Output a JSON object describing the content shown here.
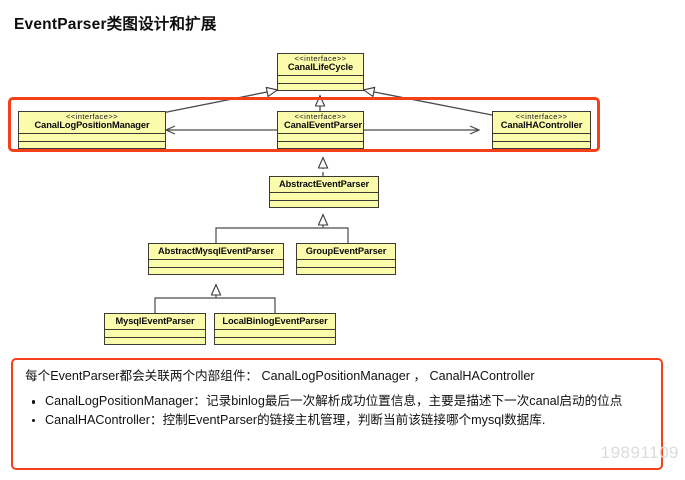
{
  "page": {
    "title": "EventParser类图设计和扩展",
    "watermark": "19891109"
  },
  "colors": {
    "box_fill": "#fbfbac",
    "box_border": "#3b3b33",
    "highlight": "#f6401a",
    "line": "#4a4a4a",
    "text": "#111111",
    "watermark": "#dcdcdc"
  },
  "diagram": {
    "type": "uml-class-diagram",
    "stereotype_label": "<<interface>>",
    "nodes": [
      {
        "id": "canal-life-cycle",
        "name": "CanalLifeCycle",
        "stereotype": "<<interface>>",
        "kind": "interface"
      },
      {
        "id": "canal-log-position-manager",
        "name": "CanalLogPositionManager",
        "stereotype": "<<interface>>",
        "kind": "interface"
      },
      {
        "id": "canal-event-parser",
        "name": "CanalEventParser",
        "stereotype": "<<interface>>",
        "kind": "interface"
      },
      {
        "id": "canal-ha-controller",
        "name": "CanalHAController",
        "stereotype": "<<interface>>",
        "kind": "interface"
      },
      {
        "id": "abstract-event-parser",
        "name": "AbstractEventParser",
        "stereotype": "",
        "kind": "class"
      },
      {
        "id": "abstract-mysql-event-parser",
        "name": "AbstractMysqlEventParser",
        "stereotype": "",
        "kind": "class"
      },
      {
        "id": "group-event-parser",
        "name": "GroupEventParser",
        "stereotype": "",
        "kind": "class"
      },
      {
        "id": "mysql-event-parser",
        "name": "MysqlEventParser",
        "stereotype": "",
        "kind": "class"
      },
      {
        "id": "local-binlog-event-parser",
        "name": "LocalBinlogEventParser",
        "stereotype": "",
        "kind": "class"
      }
    ],
    "edges": [
      {
        "from": "canal-log-position-manager",
        "to": "canal-life-cycle",
        "type": "generalization"
      },
      {
        "from": "canal-event-parser",
        "to": "canal-life-cycle",
        "type": "generalization"
      },
      {
        "from": "canal-ha-controller",
        "to": "canal-life-cycle",
        "type": "generalization"
      },
      {
        "from": "canal-event-parser",
        "to": "canal-log-position-manager",
        "type": "association"
      },
      {
        "from": "canal-event-parser",
        "to": "canal-ha-controller",
        "type": "association"
      },
      {
        "from": "abstract-event-parser",
        "to": "canal-event-parser",
        "type": "realization"
      },
      {
        "from": "abstract-mysql-event-parser",
        "to": "abstract-event-parser",
        "type": "generalization"
      },
      {
        "from": "group-event-parser",
        "to": "abstract-event-parser",
        "type": "generalization"
      },
      {
        "from": "mysql-event-parser",
        "to": "abstract-mysql-event-parser",
        "type": "generalization"
      },
      {
        "from": "local-binlog-event-parser",
        "to": "abstract-mysql-event-parser",
        "type": "generalization"
      }
    ]
  },
  "notes": {
    "lead": "每个EventParser都会关联两个内部组件： CanalLogPositionManager ， CanalHAController",
    "items": [
      "CanalLogPositionManager：记录binlog最后一次解析成功位置信息，主要是描述下一次canal启动的位点",
      "CanalHAController：控制EventParser的链接主机管理，判断当前该链接哪个mysql数据库."
    ]
  }
}
